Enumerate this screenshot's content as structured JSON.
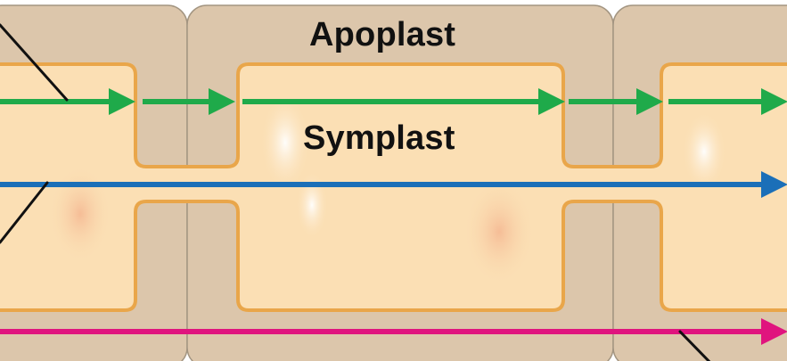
{
  "labels": {
    "apoplast": "Apoplast",
    "symplast": "Symplast"
  },
  "colors": {
    "cell_wall": "#dcc6ab",
    "cell_wall_edge": "#a39581",
    "cytoplasm": "#fbdfb4",
    "membrane": "#e9a64a",
    "apoplast_arrow": "#1faa4a",
    "symplast_arrow": "#1b6fb8",
    "transmembrane_arrow": "#e0147e",
    "leader_line": "#111111"
  },
  "arrows": [
    {
      "name": "apoplast-route",
      "color_key": "apoplast_arrow"
    },
    {
      "name": "symplast-route",
      "color_key": "symplast_arrow"
    },
    {
      "name": "transmembrane-route",
      "color_key": "transmembrane_arrow"
    }
  ]
}
